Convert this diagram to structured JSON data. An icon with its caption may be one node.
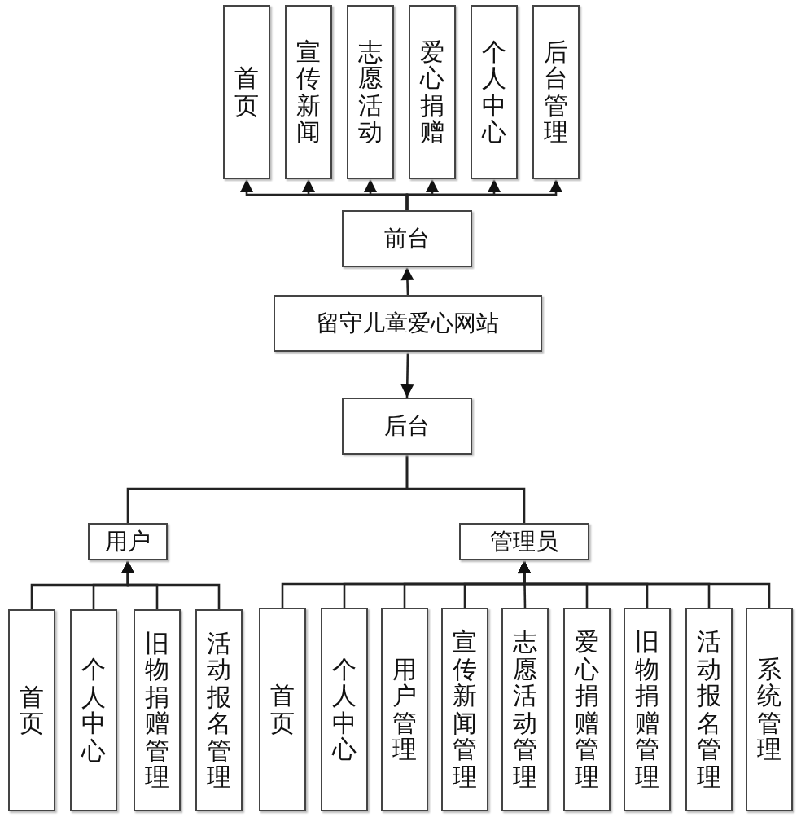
{
  "diagram": {
    "nodes": [
      {
        "text": [
          "首页"
        ]
      },
      {
        "text": [
          "宣传新闻"
        ]
      },
      {
        "text": [
          "志愿活动"
        ]
      },
      {
        "text": [
          "爱心捐赠"
        ]
      },
      {
        "text": [
          "个人中心"
        ]
      },
      {
        "text": [
          "后台管理"
        ]
      },
      {
        "text": [
          "前台"
        ]
      },
      {
        "text": [
          "留守儿童爱心网站"
        ]
      },
      {
        "text": [
          "后台"
        ]
      },
      {
        "text": [
          "用户"
        ]
      },
      {
        "text": [
          "管理员"
        ]
      },
      {
        "text": [
          "首页"
        ]
      },
      {
        "text": [
          "个人中心"
        ]
      },
      {
        "text": [
          "旧物捐赠管理"
        ]
      },
      {
        "text": [
          "活动报名管理"
        ]
      },
      {
        "text": [
          "首页"
        ]
      },
      {
        "text": [
          "个人中心"
        ]
      },
      {
        "text": [
          "用户管理"
        ]
      },
      {
        "text": [
          "宣传新闻管理"
        ]
      },
      {
        "text": [
          "志愿活动管理"
        ]
      },
      {
        "text": [
          "爱心捐赠管理"
        ]
      },
      {
        "text": [
          "旧物捐赠管理"
        ]
      },
      {
        "text": [
          "活动报名管理"
        ]
      },
      {
        "text": [
          "系统管理"
        ]
      }
    ],
    "edges": [
      {
        "from": 6,
        "to": 0,
        "arrow": "to"
      },
      {
        "from": 6,
        "to": 1,
        "arrow": "to"
      },
      {
        "from": 6,
        "to": 2,
        "arrow": "to"
      },
      {
        "from": 6,
        "to": 3,
        "arrow": "to"
      },
      {
        "from": 6,
        "to": 4,
        "arrow": "to"
      },
      {
        "from": 6,
        "to": 5,
        "arrow": "to"
      },
      {
        "from": 7,
        "to": 6,
        "arrow": "to"
      },
      {
        "from": 7,
        "to": 8,
        "arrow": "to"
      },
      {
        "from": 8,
        "to": 9,
        "arrow": "none"
      },
      {
        "from": 8,
        "to": 10,
        "arrow": "none"
      },
      {
        "from": 11,
        "to": 9,
        "arrow": "to"
      },
      {
        "from": 12,
        "to": 9,
        "arrow": "to"
      },
      {
        "from": 13,
        "to": 9,
        "arrow": "to"
      },
      {
        "from": 14,
        "to": 9,
        "arrow": "to"
      },
      {
        "from": 15,
        "to": 10,
        "arrow": "to"
      },
      {
        "from": 16,
        "to": 10,
        "arrow": "to"
      },
      {
        "from": 17,
        "to": 10,
        "arrow": "to"
      },
      {
        "from": 18,
        "to": 10,
        "arrow": "to"
      },
      {
        "from": 19,
        "to": 10,
        "arrow": "to"
      },
      {
        "from": 20,
        "to": 10,
        "arrow": "to"
      },
      {
        "from": 21,
        "to": 10,
        "arrow": "to"
      },
      {
        "from": 22,
        "to": 10,
        "arrow": "to"
      },
      {
        "from": 23,
        "to": 10,
        "arrow": "to"
      }
    ]
  }
}
